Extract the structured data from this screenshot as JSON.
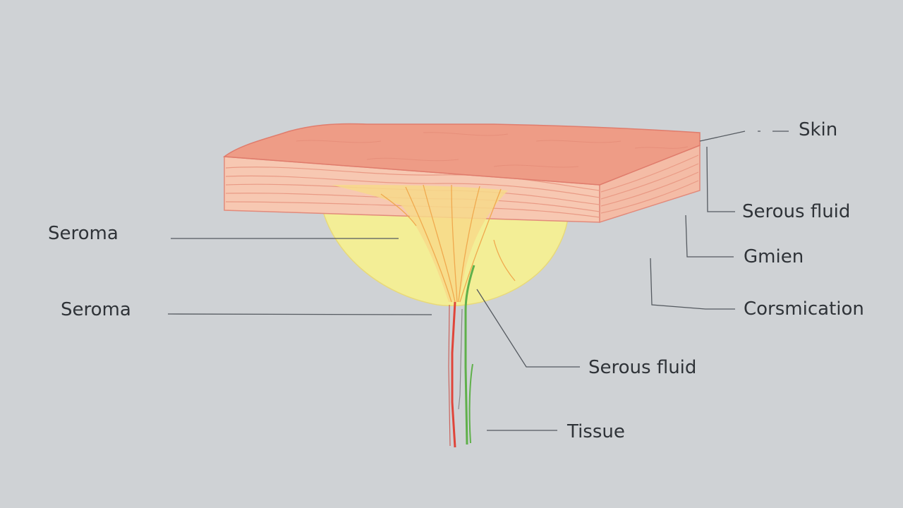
{
  "labels": {
    "skin": "Skin",
    "serous_fluid_right": "Serous fluid",
    "gmien": "Gmien",
    "corsmication": "Corsmication",
    "serous_fluid_bottom": "Serous fluid",
    "tissue": "Tissue",
    "seroma_upper": "Seroma",
    "seroma_lower": "Seroma"
  },
  "colors": {
    "background": "#cfd2d5",
    "skin_surface": "#ee9c86",
    "skin_layers": "#f6c5ae",
    "seroma_fill": "#f3ee96",
    "fibrous_tissue": "#f0b75e",
    "vessel_red": "#e0453a",
    "vessel_green": "#5fb04a",
    "leader_line": "#555a60"
  }
}
